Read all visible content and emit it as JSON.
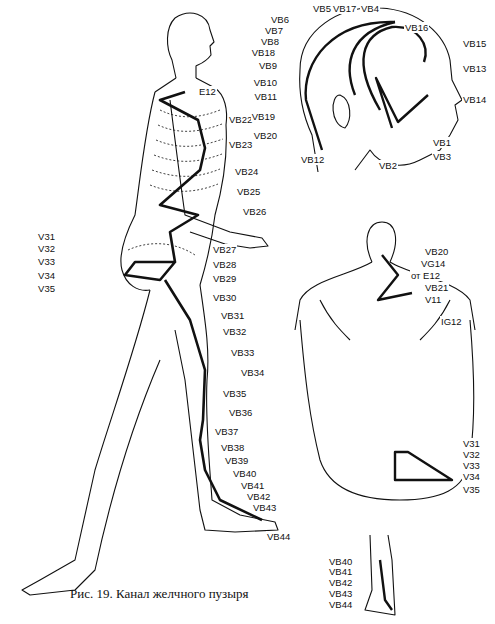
{
  "diagram": {
    "caption": "Рис. 19. Канал желчного пузыря",
    "labels": [
      "E12",
      "VB22",
      "VB23",
      "VB24",
      "VB25",
      "VB26",
      "V31",
      "V32",
      "V33",
      "V34",
      "V35",
      "VB27",
      "VB28",
      "VB29",
      "VB30",
      "VB31",
      "VB32",
      "VB33",
      "VB34",
      "VB35",
      "VB36",
      "VB37",
      "VB38",
      "VB39",
      "VB40",
      "VB41",
      "VB42",
      "VB43",
      "VB44",
      "VB5",
      "VB17",
      "VB4",
      "VB6",
      "VB7",
      "VB8",
      "VB18",
      "VB9",
      "VB10",
      "VB11",
      "VB19",
      "VB20",
      "VB12",
      "VB16",
      "VB15",
      "VB13",
      "VB14",
      "VB1",
      "VB3",
      "VB2",
      "VB20",
      "VG14",
      "от E12",
      "VB21",
      "V11",
      "IG12",
      "V31",
      "V32",
      "V33",
      "V34",
      "V35",
      "VB40",
      "VB41",
      "VB42",
      "VB43",
      "VB44"
    ]
  }
}
